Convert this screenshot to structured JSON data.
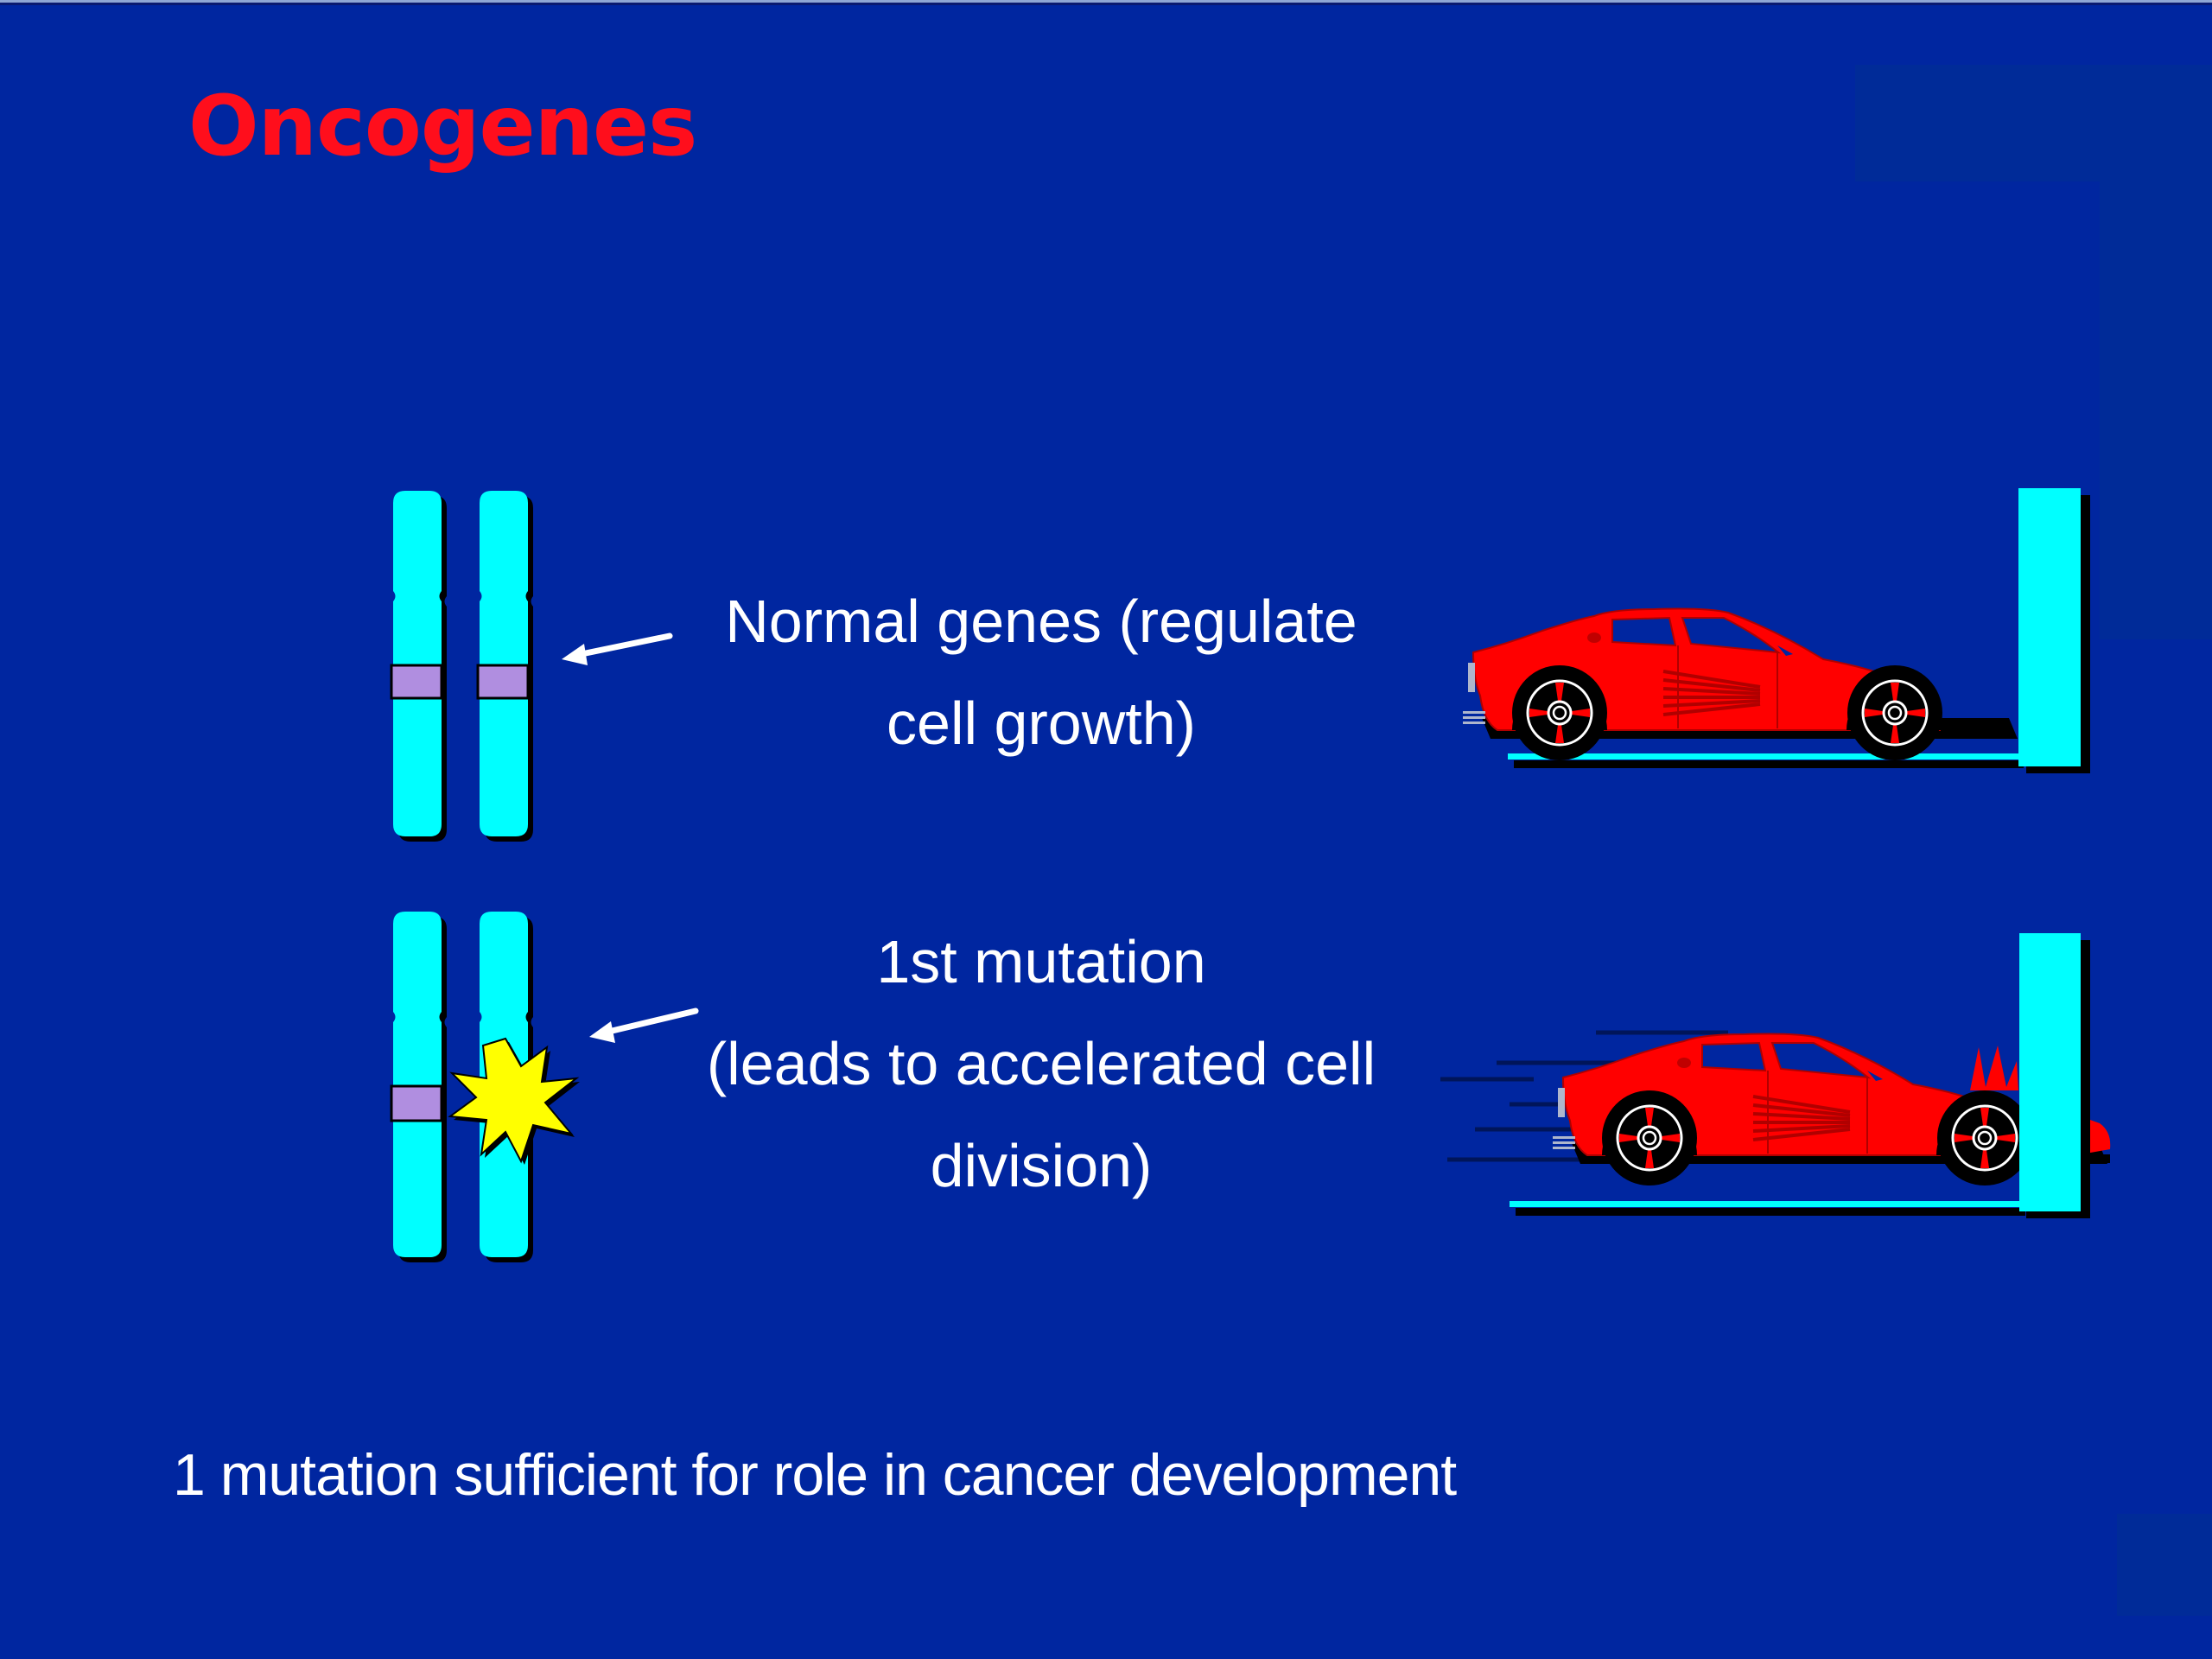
{
  "slide": {
    "title": "Oncogenes",
    "rows": [
      {
        "state": "normal",
        "label_lines": [
          "Normal genes (regulate",
          "cell growth)"
        ],
        "mutated": false
      },
      {
        "state": "mutated",
        "label_lines": [
          "1st mutation",
          "(leads to accelerated cell",
          "division)"
        ],
        "mutated": true
      }
    ],
    "footer": "1 mutation sufficient for role in cancer development"
  },
  "colors": {
    "background": "#0026a0",
    "title": "#ff0e1c",
    "chromosome": "#00ffff",
    "gene_band": "#b08ee0",
    "starburst": "#ffff00",
    "car_body": "#ff0000",
    "wall": "#00ffff",
    "text": "#ffffff"
  },
  "icons": {
    "chromosome": "chromosome-icon",
    "arrow": "arrow-left-icon",
    "starburst": "mutation-starburst-icon",
    "car": "sports-car-icon",
    "wall": "wall-icon"
  }
}
